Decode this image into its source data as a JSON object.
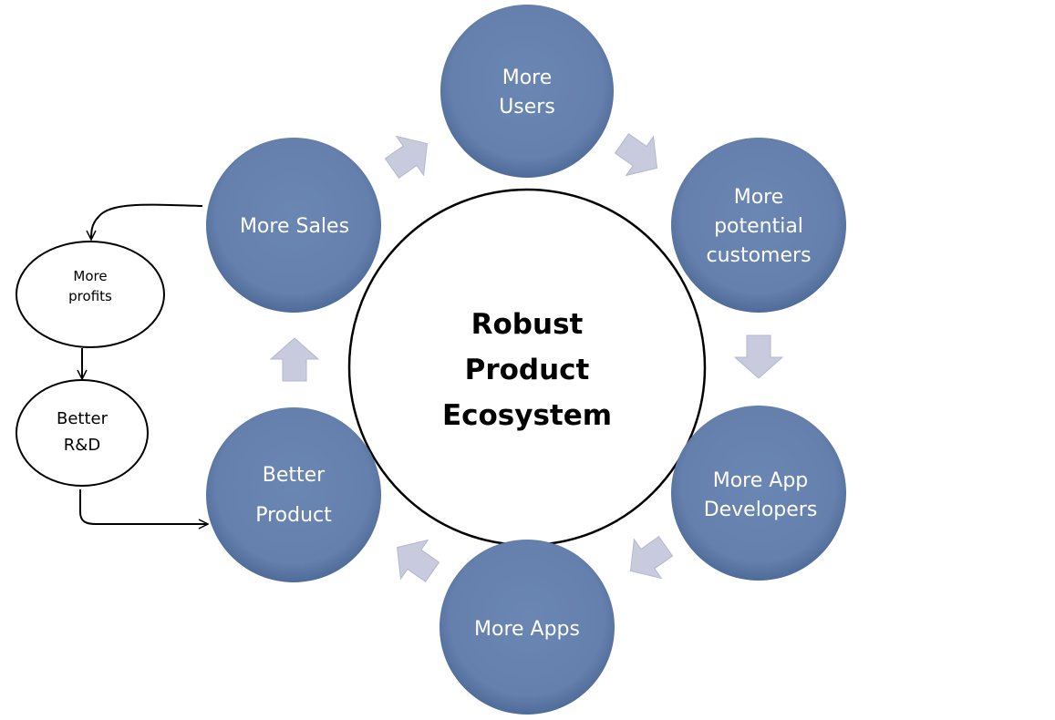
{
  "center": {
    "lines": [
      "Robust",
      "Product",
      "Ecosystem"
    ]
  },
  "cycle_nodes": [
    {
      "lines": [
        "More",
        "Users"
      ]
    },
    {
      "lines": [
        "More",
        "potential",
        "customers"
      ]
    },
    {
      "lines": [
        "More App",
        "Developers"
      ]
    },
    {
      "lines": [
        "More Apps"
      ]
    },
    {
      "lines": [
        "Better",
        "Product"
      ]
    },
    {
      "lines": [
        "More Sales"
      ]
    }
  ],
  "side_nodes": [
    {
      "lines": [
        "More",
        "profits"
      ]
    },
    {
      "lines": [
        "Better",
        "R&D"
      ]
    }
  ],
  "colors": {
    "node": "#6681ad",
    "node_edge": "#4e6a98",
    "arrow": "#c8cadd"
  }
}
